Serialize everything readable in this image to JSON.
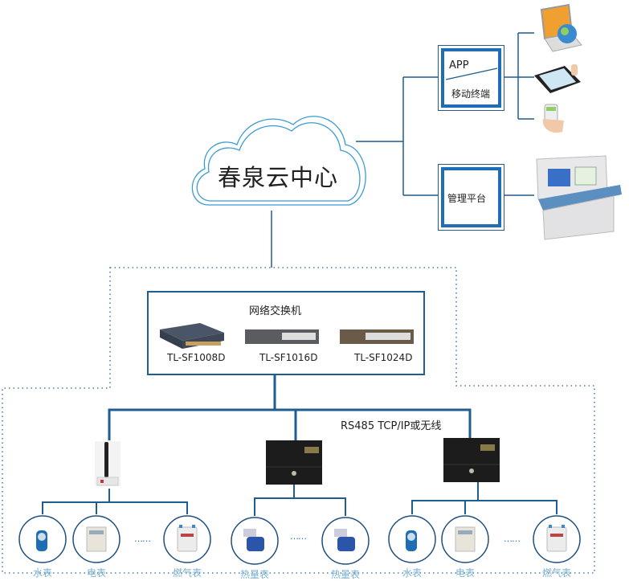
{
  "cloud": {
    "label": "春泉云中心"
  },
  "app_box": {
    "top_label": "APP",
    "bottom_label": "移动终端"
  },
  "platform_box": {
    "label": "管理平台"
  },
  "terminals": [
    {
      "name": "laptop-globe",
      "kind": "computer"
    },
    {
      "name": "tablet",
      "kind": "tablet"
    },
    {
      "name": "smartphone",
      "kind": "phone"
    }
  ],
  "console": {
    "name": "management-console"
  },
  "switch_box": {
    "title": "网络交换机",
    "models": [
      "TL-SF1008D",
      "TL-SF1016D",
      "TL-SF1024D"
    ]
  },
  "bus_label": "RS485 TCP/IP或无线",
  "concentrators": [
    {
      "kind": "wireless-gateway",
      "meters": [
        {
          "label": "水表",
          "kind": "water"
        },
        {
          "label": "电表",
          "kind": "electric"
        },
        {
          "label": "燃气表",
          "kind": "gas"
        }
      ]
    },
    {
      "kind": "area-manager",
      "meters": [
        {
          "label": "热量表",
          "kind": "heat"
        },
        {
          "label": "热量表",
          "kind": "heat"
        }
      ]
    },
    {
      "kind": "area-manager",
      "meters": [
        {
          "label": "水表",
          "kind": "water"
        },
        {
          "label": "电表",
          "kind": "electric"
        },
        {
          "label": "燃气表",
          "kind": "gas"
        }
      ]
    }
  ],
  "ellipsis": "……",
  "colors": {
    "line": "#1f5c8f",
    "accent": "#1f6eb5",
    "cloud": "#3a9ccf",
    "dotted": "#4a7fae",
    "meter_label": "#7fb2cf"
  }
}
